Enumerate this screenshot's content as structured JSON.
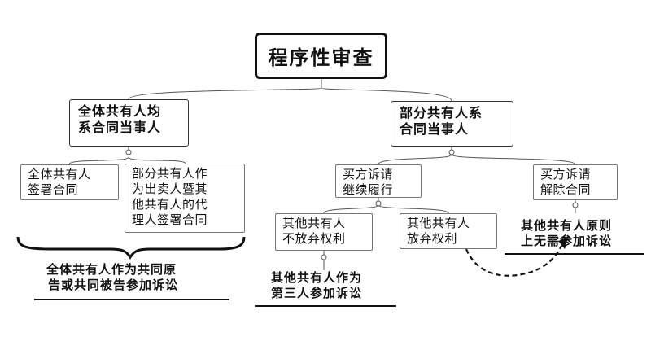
{
  "root": "程序性审查",
  "left_branch": {
    "title_lines": [
      "全体共有人均",
      "系合同当事人"
    ],
    "leaves": [
      {
        "lines": [
          "全体共有人",
          "签署合同"
        ]
      },
      {
        "lines": [
          "部分共有人作",
          "为出卖人暨其",
          "他共有人的代",
          "理人签署合同"
        ]
      }
    ],
    "conclusion_lines": [
      "全体共有人作为共同原",
      "告或共同被告参加诉讼"
    ]
  },
  "right_branch": {
    "title_lines": [
      "部分共有人系",
      "合同当事人"
    ],
    "continue": {
      "lines": [
        "买方诉请",
        "继续履行"
      ],
      "not_waive": [
        "其他共有人",
        "不放弃权利"
      ],
      "waive": [
        "其他共有人",
        "放弃权利"
      ],
      "third_party_conclusion": [
        "其他共有人作为",
        "第三人参加诉讼"
      ]
    },
    "rescind": {
      "lines": [
        "买方诉请",
        "解除合同"
      ],
      "conclusion": [
        "其他共有人原则",
        "上无需参加诉讼"
      ]
    }
  },
  "colors": {
    "line": "#333333",
    "text": "#111111",
    "leaf_border": "#777777"
  }
}
